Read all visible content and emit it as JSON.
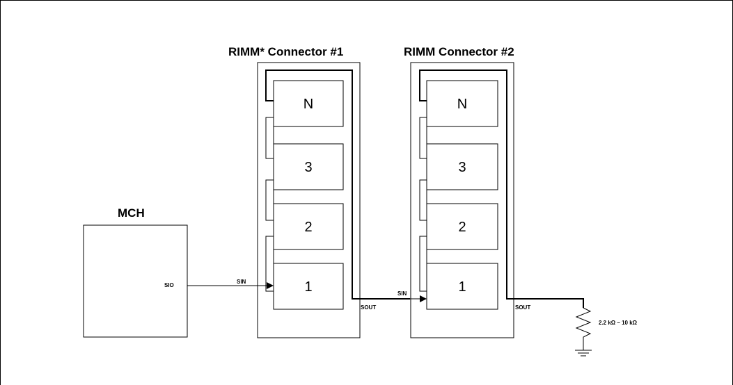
{
  "connector1": {
    "title": "RIMM* Connector #1",
    "slots": [
      "N",
      "3",
      "2",
      "1"
    ],
    "sin_label": "SIN",
    "sout_label": "SOUT"
  },
  "connector2": {
    "title": "RIMM Connector #2",
    "slots": [
      "N",
      "3",
      "2",
      "1"
    ],
    "sin_label": "SIN",
    "sout_label": "SOUT"
  },
  "mch": {
    "title": "MCH",
    "pin_label": "SIO"
  },
  "resistor": {
    "label": "2.2 kΩ – 10 kΩ"
  }
}
